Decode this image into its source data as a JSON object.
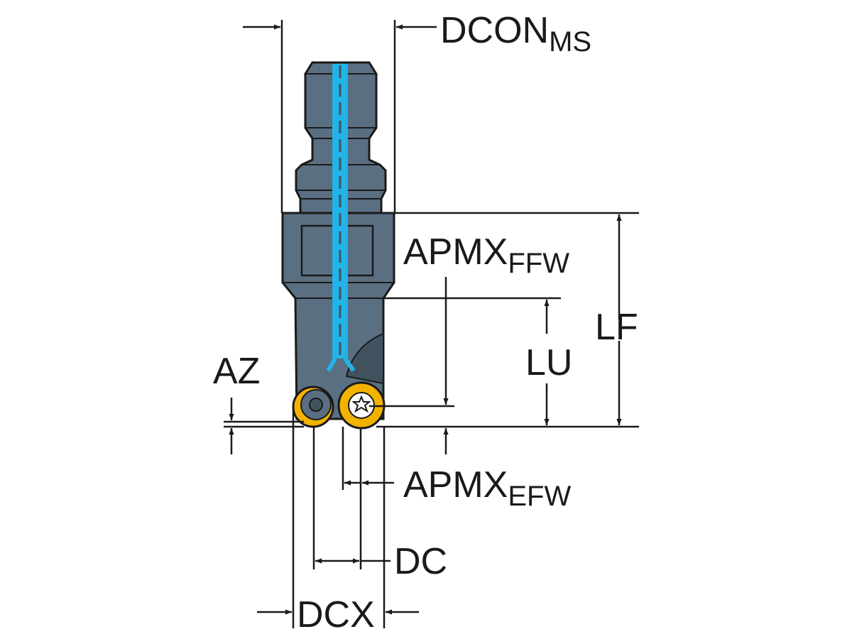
{
  "labels": {
    "dcon": {
      "main": "DCON",
      "sub": "MS"
    },
    "apmx_ffw": {
      "main": "APMX",
      "sub": "FFW"
    },
    "apmx_efw": {
      "main": "APMX",
      "sub": "EFW"
    },
    "lf": "LF",
    "lu": "LU",
    "az": "AZ",
    "dc": "DC",
    "dcx": "DCX"
  },
  "colors": {
    "body": "#5a6f82",
    "body_dark": "#41525f",
    "coolant": "#22b4e8",
    "insert": "#f2b200",
    "line": "#1a1a1a"
  }
}
